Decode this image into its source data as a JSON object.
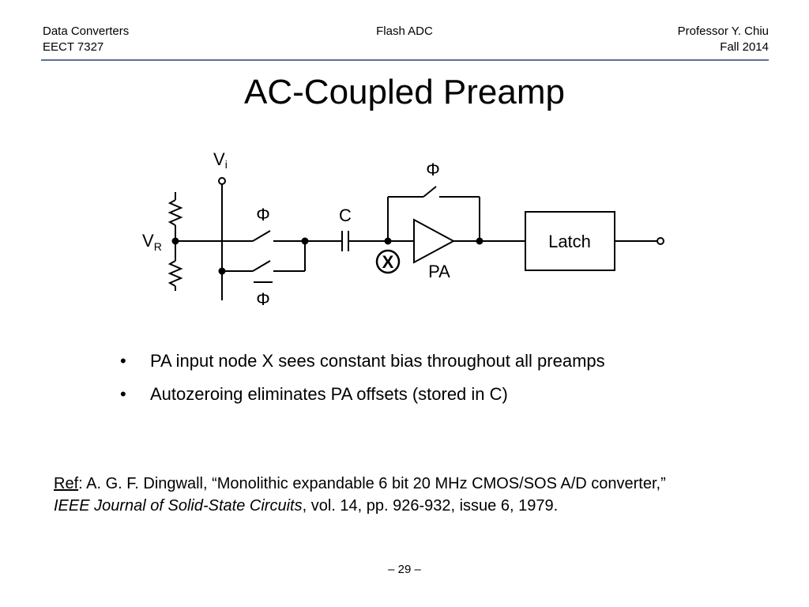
{
  "header": {
    "left_line1": "Data Converters",
    "left_line2": "EECT 7327",
    "center": "Flash ADC",
    "right_line1": "Professor Y. Chiu",
    "right_line2": "Fall 2014"
  },
  "title": "AC-Coupled Preamp",
  "circuit": {
    "vi_main": "V",
    "vi_sub": "i",
    "vr_main": "V",
    "vr_sub": "R",
    "phi": "Φ",
    "cap": "C",
    "node": "X",
    "amp": "PA",
    "latch": "Latch"
  },
  "bullets": [
    "PA input node X sees constant bias throughout all preamps",
    "Autozeroing eliminates PA offsets (stored in C)"
  ],
  "bullet_symbol": "•",
  "reference": {
    "label": "Ref",
    "text1": ":  A. G. F. Dingwall, “Monolithic expandable 6 bit 20 MHz CMOS/SOS A/D converter,”",
    "journal": "IEEE Journal of Solid-State Circuits",
    "text2": ", vol. 14, pp. 926-932, issue 6, 1979."
  },
  "page_number": "– 29 –",
  "colors": {
    "header_rule": "#5b6f9e",
    "text": "#000000"
  }
}
